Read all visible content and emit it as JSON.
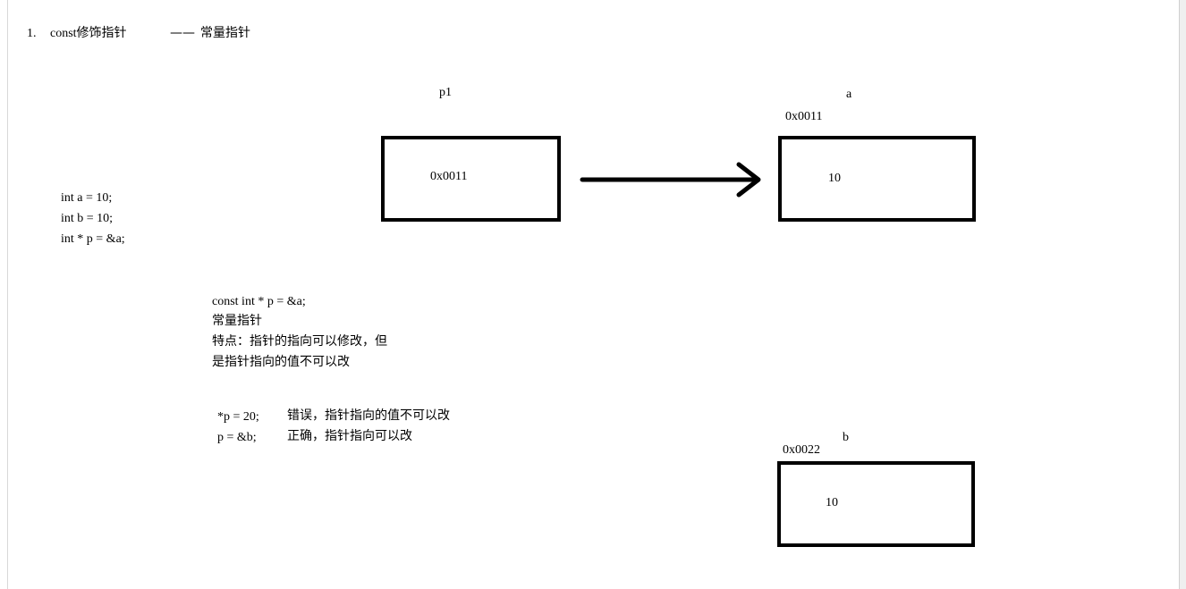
{
  "heading": {
    "number": "1.",
    "title": "const修饰指针",
    "dash": "——",
    "subtitle": "常量指针"
  },
  "code_decl": [
    "int a = 10;",
    "int b = 10;",
    "int * p = &a;"
  ],
  "explanation": {
    "code": "const int * p = &a;",
    "name": "常量指针",
    "feature_line1": "特点：指针的指向可以修改，但",
    "feature_line2": "是指针指向的值不可以改"
  },
  "examples": [
    {
      "code": "*p = 20;",
      "note": "错误，指针指向的值不可以改"
    },
    {
      "code": "p = &b;",
      "note": "正确，指针指向可以改"
    }
  ],
  "boxes": {
    "p1": {
      "label": "p1",
      "value": "0x0011"
    },
    "a": {
      "label": "a",
      "address": "0x0011",
      "value": "10"
    },
    "b": {
      "label": "b",
      "address": "0x0022",
      "value": "10"
    }
  },
  "arrow": {
    "from": "p1",
    "to": "a"
  }
}
